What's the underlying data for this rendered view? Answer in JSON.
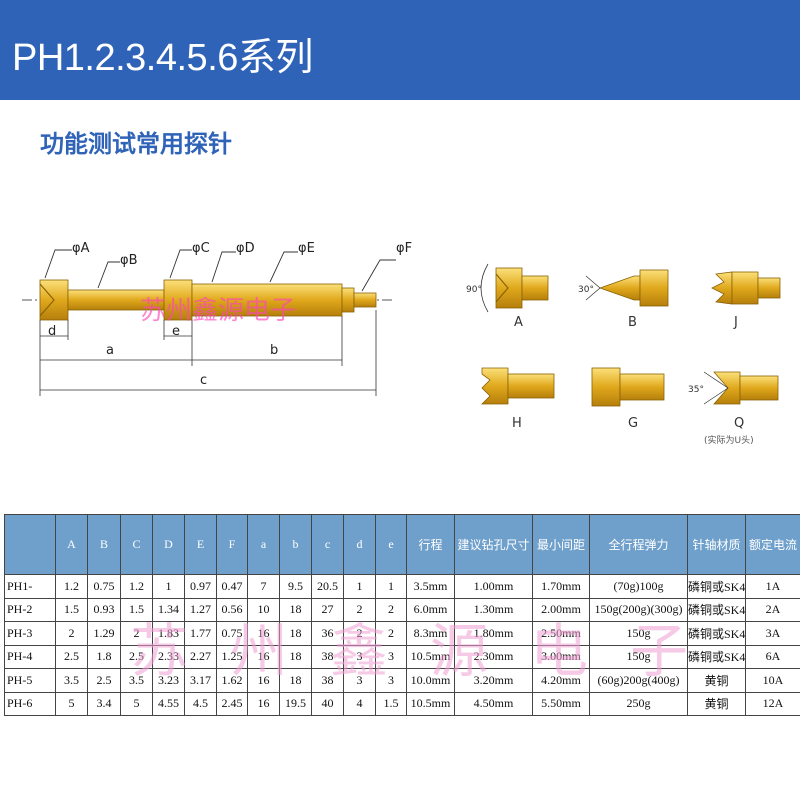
{
  "banner": {
    "title": "PH1.2.3.4.5.6系列",
    "color": "#2f63b8"
  },
  "subtitle": "功能测试常用探针",
  "probe_diagram": {
    "diameter_labels": [
      "φA",
      "φB",
      "φC",
      "φD",
      "φE",
      "φF"
    ],
    "dimension_labels": [
      "d",
      "a",
      "e",
      "b",
      "c"
    ]
  },
  "tips": [
    {
      "label": "A",
      "angle": "90°"
    },
    {
      "label": "B",
      "angle": "30°"
    },
    {
      "label": "J",
      "angle": ""
    },
    {
      "label": "H",
      "angle": ""
    },
    {
      "label": "G",
      "angle": ""
    },
    {
      "label": "Q",
      "angle": "35°",
      "note": "(实际为U头)"
    }
  ],
  "watermarks": {
    "top": "苏州鑫源电子",
    "table": "苏州鑫源电子"
  },
  "table": {
    "header_color": "#6fa0cb",
    "columns": [
      "",
      "A",
      "B",
      "C",
      "D",
      "E",
      "F",
      "a",
      "b",
      "c",
      "d",
      "e",
      "行程",
      "建议钻孔尺寸",
      "最小间距",
      "全行程弹力",
      "针轴材质",
      "额定电流"
    ],
    "rows": [
      [
        "PH1-",
        "1.2",
        "0.75",
        "1.2",
        "1",
        "0.97",
        "0.47",
        "7",
        "9.5",
        "20.5",
        "1",
        "1",
        "3.5mm",
        "1.00mm",
        "1.70mm",
        "(70g)100g",
        "磷铜或SK4",
        "1A"
      ],
      [
        "PH-2",
        "1.5",
        "0.93",
        "1.5",
        "1.34",
        "1.27",
        "0.56",
        "10",
        "18",
        "27",
        "2",
        "2",
        "6.0mm",
        "1.30mm",
        "2.00mm",
        "150g(200g)(300g)",
        "磷铜或SK4",
        "2A"
      ],
      [
        "PH-3",
        "2",
        "1.29",
        "2",
        "1.83",
        "1.77",
        "0.75",
        "16",
        "18",
        "36",
        "2",
        "2",
        "8.3mm",
        "1.80mm",
        "2.50mm",
        "150g",
        "磷铜或SK4",
        "3A"
      ],
      [
        "PH-4",
        "2.5",
        "1.8",
        "2.5",
        "2.33",
        "2.27",
        "1.25",
        "16",
        "18",
        "38",
        "3",
        "3",
        "10.5mm",
        "2.30mm",
        "3.00mm",
        "150g",
        "磷铜或SK4",
        "6A"
      ],
      [
        "PH-5",
        "3.5",
        "2.5",
        "3.5",
        "3.23",
        "3.17",
        "1.62",
        "16",
        "18",
        "38",
        "3",
        "3",
        "10.0mm",
        "3.20mm",
        "4.20mm",
        "(60g)200g(400g)",
        "黄铜",
        "10A"
      ],
      [
        "PH-6",
        "5",
        "3.4",
        "5",
        "4.55",
        "4.5",
        "2.45",
        "16",
        "19.5",
        "40",
        "4",
        "1.5",
        "10.5mm",
        "4.50mm",
        "5.50mm",
        "250g",
        "黄铜",
        "12A"
      ]
    ]
  }
}
